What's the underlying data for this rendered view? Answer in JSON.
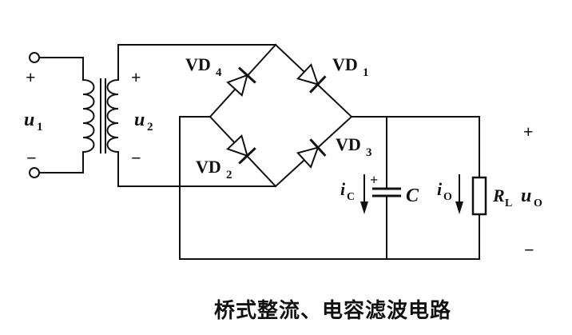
{
  "caption": "桥式整流、电容滤波电路",
  "labels": {
    "u1_sym": "u",
    "u1_sub": "1",
    "u2_sym": "u",
    "u2_sub": "2",
    "plus": "+",
    "minus": "−",
    "vd": "VD",
    "vd1_sub": "1",
    "vd2_sub": "2",
    "vd3_sub": "3",
    "vd4_sub": "4",
    "ic_sym": "i",
    "ic_sub": "C",
    "c_label": "C",
    "io_sym": "i",
    "io_sub": "O",
    "rl_sym": "R",
    "rl_sub": "L",
    "uo_sym": "u",
    "uo_sub": "O"
  }
}
